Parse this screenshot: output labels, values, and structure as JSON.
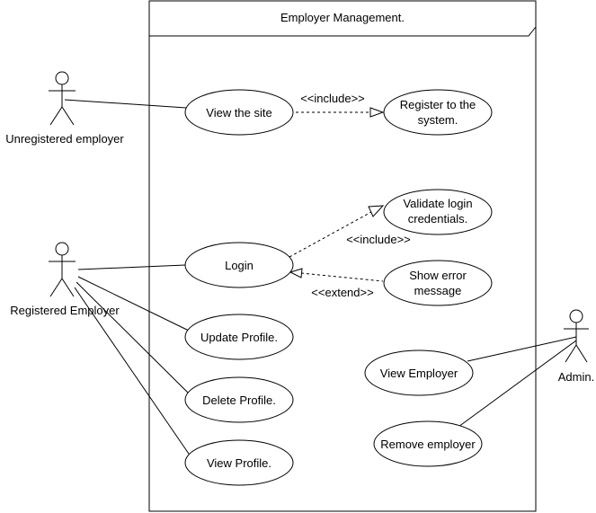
{
  "system": {
    "title": "Employer Management."
  },
  "actors": {
    "unregistered": "Unregistered employer",
    "registered": "Registered Employer",
    "admin": "Admin."
  },
  "use_cases": {
    "view_site": "View the site",
    "register": [
      "Register to the",
      "system."
    ],
    "validate": [
      "Validate login",
      "credentials."
    ],
    "login": "Login",
    "show_error": [
      "Show error",
      "message"
    ],
    "update_profile": "Update Profile.",
    "delete_profile": "Delete Profile.",
    "view_profile": "View Profile.",
    "view_employer": "View Employer",
    "remove_employer": "Remove employer"
  },
  "relations": {
    "include_1": "<<include>>",
    "include_2": "<<include>>",
    "extend": "<<extend>>"
  }
}
